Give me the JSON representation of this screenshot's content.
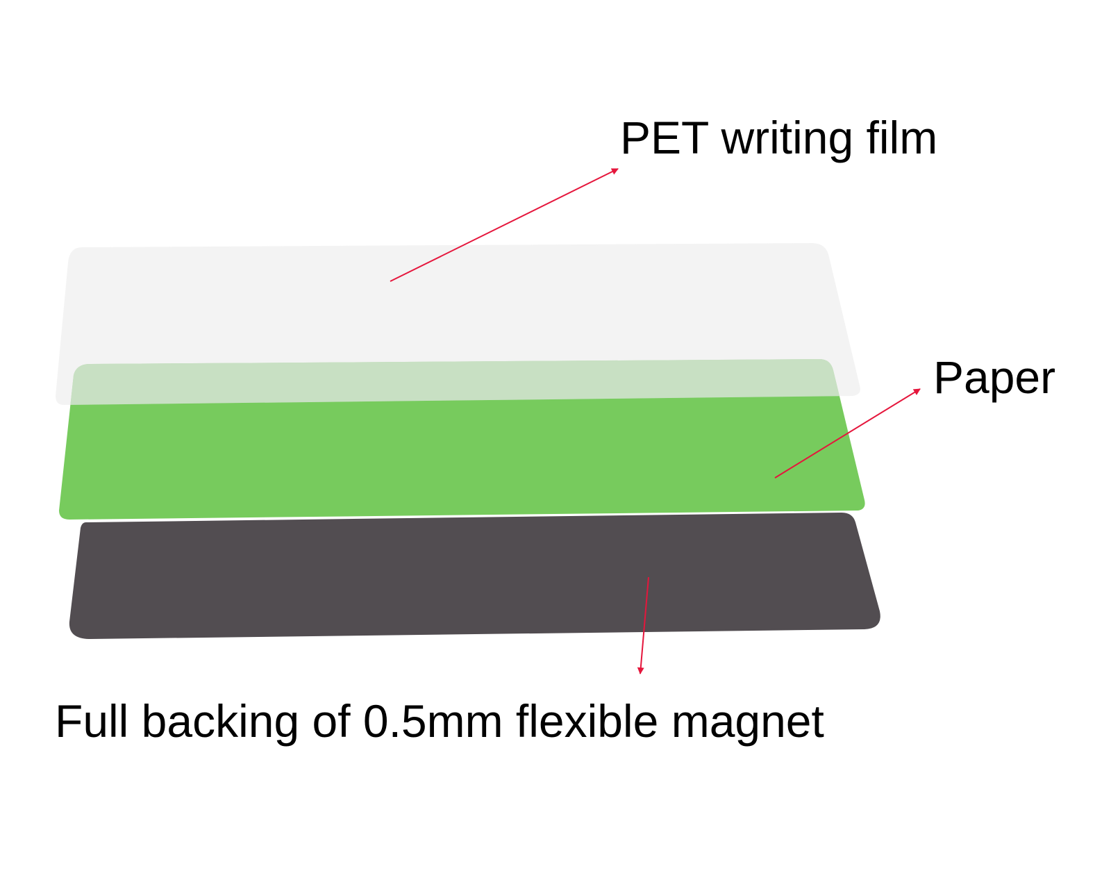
{
  "labels": {
    "pet_film": "PET writing film",
    "paper": "Paper",
    "magnet": "Full backing of 0.5mm flexible magnet"
  },
  "layers": {
    "pet_film": {
      "color": "#eaeaea"
    },
    "paper": {
      "color": "#77cb5d",
      "overlap_color": "#a0d596"
    },
    "magnet": {
      "color": "#524d51"
    }
  },
  "arrow_color": "#e5163c",
  "background_color": "#ffffff"
}
